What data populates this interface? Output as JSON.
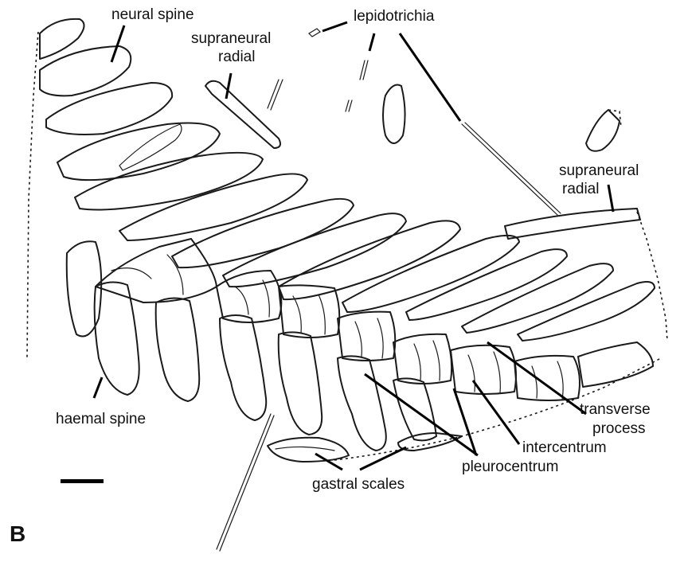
{
  "panel_label": "B",
  "labels": {
    "neural_spine": "neural spine",
    "supraneural_radial_top_line1": "supraneural",
    "supraneural_radial_top_line2": "radial",
    "lepidotrichia": "lepidotrichia",
    "supraneural_radial_right_line1": "supraneural",
    "supraneural_radial_right_line2": "radial",
    "haemal_spine": "haemal spine",
    "transverse_process_line1": "transverse",
    "transverse_process_line2": "process",
    "intercentrum": "intercentrum",
    "pleurocentrum": "pleurocentrum",
    "gastral_scales": "gastral scales"
  }
}
